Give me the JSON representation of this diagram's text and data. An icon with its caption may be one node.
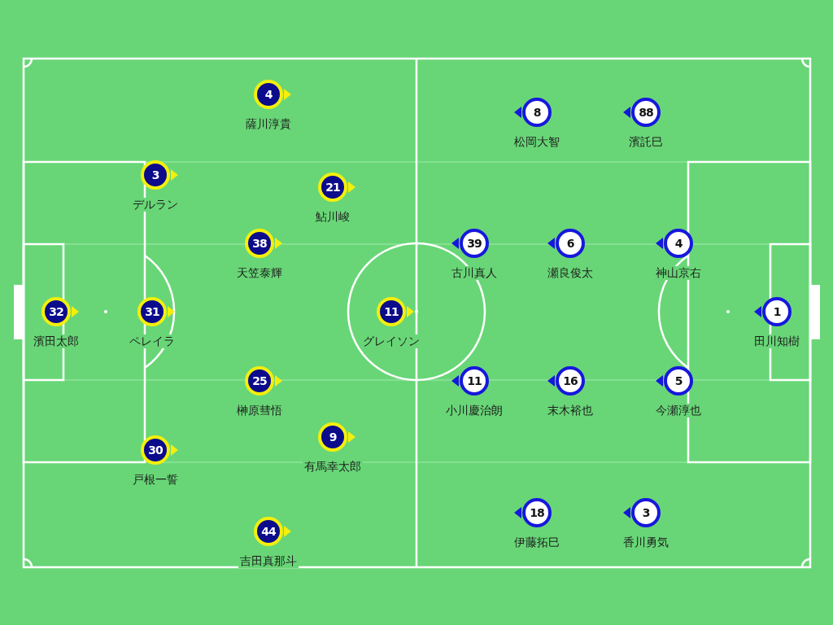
{
  "diagram": {
    "nodes": [
      {
        "text": [
          "4"
        ],
        "beside": [
          "薩川淳貴"
        ]
      },
      {
        "text": [
          "3"
        ],
        "beside": [
          "デルラン"
        ]
      },
      {
        "text": [
          "21"
        ],
        "beside": [
          "鮎川峻"
        ]
      },
      {
        "text": [
          "38"
        ],
        "beside": [
          "天笠泰輝"
        ]
      },
      {
        "text": [
          "32"
        ],
        "beside": [
          "濱田太郎"
        ]
      },
      {
        "text": [
          "31"
        ],
        "beside": [
          "ペレイラ"
        ]
      },
      {
        "text": [
          "11"
        ],
        "beside": [
          "グレイソン"
        ]
      },
      {
        "text": [
          "25"
        ],
        "beside": [
          "榊原彗悟"
        ]
      },
      {
        "text": [
          "9"
        ],
        "beside": [
          "有馬幸太郎"
        ]
      },
      {
        "text": [
          "30"
        ],
        "beside": [
          "戸根一誓"
        ]
      },
      {
        "text": [
          "44"
        ],
        "beside": [
          "吉田真那斗"
        ]
      },
      {
        "text": [
          "8"
        ],
        "beside": [
          "松岡大智"
        ]
      },
      {
        "text": [
          "88"
        ],
        "beside": [
          "濱託巳"
        ]
      },
      {
        "text": [
          "39"
        ],
        "beside": [
          "古川真人"
        ]
      },
      {
        "text": [
          "6"
        ],
        "beside": [
          "瀬良俊太"
        ]
      },
      {
        "text": [
          "4"
        ],
        "beside": [
          "神山京右"
        ]
      },
      {
        "text": [
          "1"
        ],
        "beside": [
          "田川知樹"
        ]
      },
      {
        "text": [
          "11"
        ],
        "beside": [
          "小川慶治朗"
        ]
      },
      {
        "text": [
          "16"
        ],
        "beside": [
          "末木裕也"
        ]
      },
      {
        "text": [
          "5"
        ],
        "beside": [
          "今瀬淳也"
        ]
      },
      {
        "text": [
          "18"
        ],
        "beside": [
          "伊藤拓巳"
        ]
      },
      {
        "text": [
          "3"
        ],
        "beside": [
          "香川勇気"
        ]
      }
    ]
  }
}
